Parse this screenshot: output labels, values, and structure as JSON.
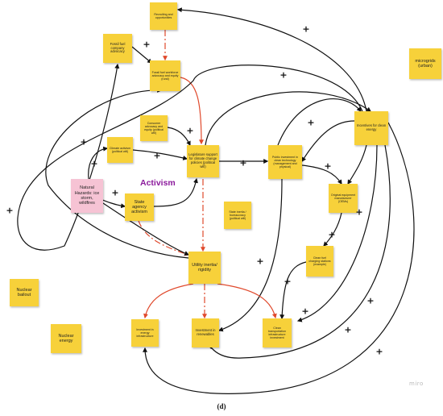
{
  "notes": {
    "recruiting": "Recruiting and opportunities",
    "fossil_advocacy": "Fossil fuel company advocacy",
    "workforce": "Fossil fuel workforce advocacy and equity (rural)",
    "microgrids": "microgrids (urban)",
    "consumer": "Consumer advocacy and equity (political will)",
    "climate_activism": "Climate activism (political will)",
    "legislature": "Legislature support for climate change policies (political will)",
    "public_investment": "Public investment in clean technology (management and physical)",
    "incentives": "Incentives for clean energy",
    "natural_hazards": "Natural Hazards: ice storm, wildfires",
    "state_agency": "State agency activism",
    "state_inertia": "State inertia / bureaucracy (political will)",
    "oem": "Original equipment manufacturer (OEMs)",
    "utility": "Utility inertia/ rigidity",
    "charging": "Clean fuel charging stations (example)",
    "nuclear_bailout": "Nuclear bailout",
    "nuclear_energy": "Nuclear energy",
    "energy_infra": "Investment in energy infrastructure",
    "renewables": "Investment in renewables",
    "transport": "Clean transportation infrastructure investment"
  },
  "activism_label": "Activism",
  "sign_plus": "+",
  "caption": "(d)",
  "logo": "miro",
  "colors": {
    "note": "#f7d13a",
    "note_pink": "#f6c3d4",
    "arrow_black": "#111111",
    "arrow_red": "#e0492c",
    "activism": "#8b1a9c"
  }
}
